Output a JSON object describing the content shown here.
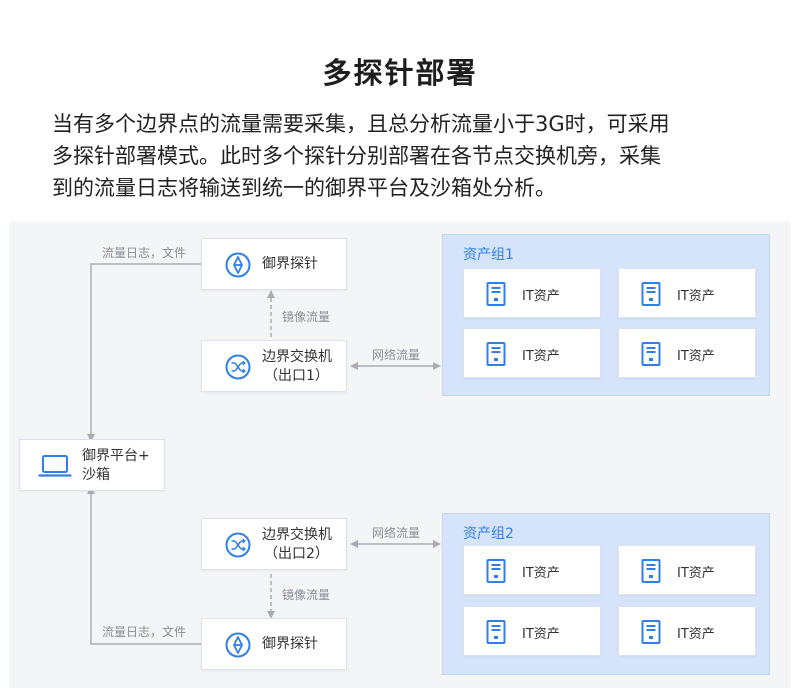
{
  "title": "多探针部署",
  "description": [
    "当有多个边界点的流量需要采集，且总分析流量小于3G时，可采用",
    "多探针部署模式。此时多个探针分别部署在各节点交换机旁，采集",
    "到的流量日志将输送到统一的御界平台及沙箱处分析。"
  ],
  "nodes": {
    "probe1": "御界探针",
    "probe2": "御界探针",
    "switch1": [
      "边界交换机",
      "（出口1）"
    ],
    "switch2": [
      "边界交换机",
      "（出口2）"
    ],
    "platform": [
      "御界平台+",
      "沙箱"
    ]
  },
  "groups": [
    {
      "label": "资产组1",
      "assets": [
        "IT资产",
        "IT资产",
        "IT资产",
        "IT资产"
      ]
    },
    {
      "label": "资产组2",
      "assets": [
        "IT资产",
        "IT资产",
        "IT资产",
        "IT资产"
      ]
    }
  ],
  "edge_labels": {
    "log1": "流量日志，文件",
    "log2": "流量日志，文件",
    "mirror1": "镜像流量",
    "mirror2": "镜像流量",
    "net1": "网络流量",
    "net2": "网络流量"
  },
  "icons": {
    "probe": "compass-icon",
    "switch": "shuffle-icon",
    "platform": "laptop-icon",
    "asset": "server-icon"
  },
  "colors": {
    "accent": "#2f7fe8",
    "group_bg": "#d5e4fa",
    "canvas_bg": "#f4f5f7",
    "line": "#a9adb3"
  }
}
